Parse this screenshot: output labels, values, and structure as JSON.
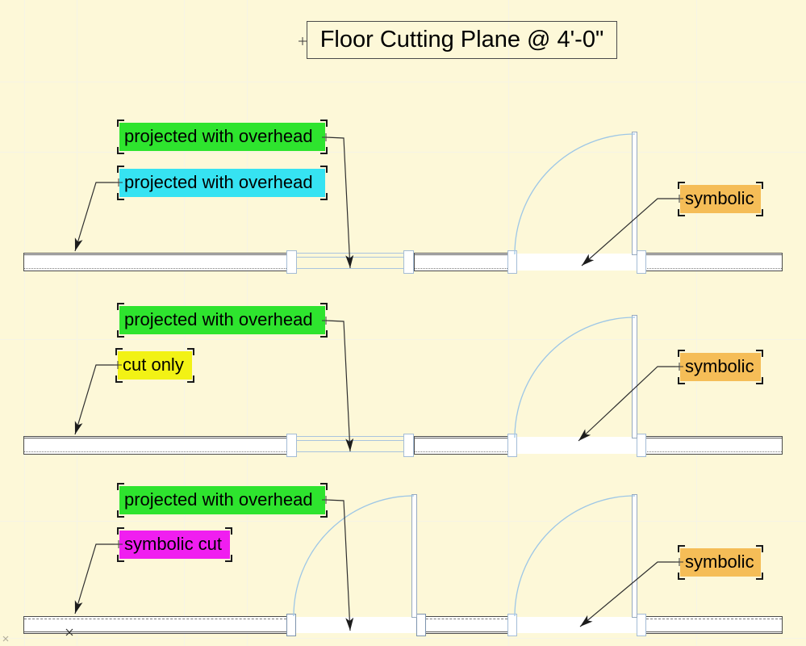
{
  "title": "Floor Cutting Plane @ 4'-0\"",
  "rows": {
    "row1": {
      "label_projected_overhead": "projected with overhead",
      "label_projected_overhead_cyan": "projected with overhead",
      "label_symbolic": "symbolic"
    },
    "row2": {
      "label_projected_overhead": "projected with overhead",
      "label_cut_only": "cut only",
      "label_symbolic": "symbolic"
    },
    "row3": {
      "label_projected_overhead": "projected with overhead",
      "label_symbolic_cut": "symbolic cut",
      "label_symbolic": "symbolic"
    }
  },
  "colors": {
    "background": "#fdf8d8",
    "green": "#2ee42e",
    "cyan": "#36e3f2",
    "yellow": "#f2f215",
    "magenta": "#f01ef0",
    "orange": "#f5bd57",
    "door_swing_blue": "#9ec7e6",
    "wall_line": "#4b4b4b",
    "leader_line": "#2f2f2f",
    "arrowhead": "#1c1c1c"
  },
  "icons": {
    "leader_arrowhead": "filled-triangle",
    "attachment_tick": "plus-cross",
    "endpoint_marker": "x-cross"
  }
}
